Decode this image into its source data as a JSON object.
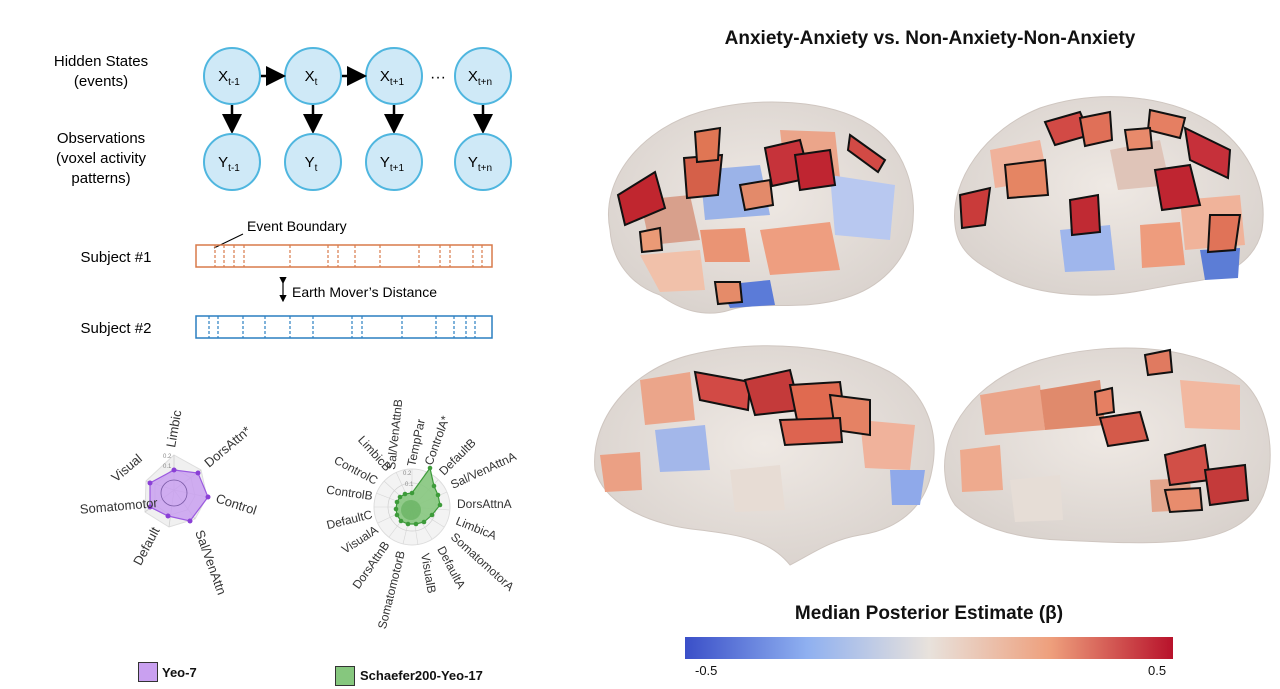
{
  "hmm": {
    "hidden_label_1": "Hidden States",
    "hidden_label_2": "(events)",
    "obs_label_1": "Observations",
    "obs_label_2": "(voxel activity",
    "obs_label_3": "patterns)",
    "x_nodes": [
      {
        "base": "X",
        "sub": "t-1"
      },
      {
        "base": "X",
        "sub": "t"
      },
      {
        "base": "X",
        "sub": "t+1"
      },
      {
        "base": "X",
        "sub": "t+n"
      }
    ],
    "y_nodes": [
      {
        "base": "Y",
        "sub": "t-1"
      },
      {
        "base": "Y",
        "sub": "t"
      },
      {
        "base": "Y",
        "sub": "t+1"
      },
      {
        "base": "Y",
        "sub": "t+n"
      }
    ],
    "ellipsis": "···"
  },
  "boundaries": {
    "event_boundary": "Event Boundary",
    "subject1": "Subject #1",
    "subject2": "Subject #2",
    "emd": "Earth Mover’s Distance"
  },
  "radar_yeo7": {
    "labels": [
      "Limbic",
      "DorsAttn*",
      "Control",
      "Sal/VenAttn",
      "Default",
      "Somatomotor",
      "Visual"
    ],
    "ticks": [
      "0.2",
      "0.1"
    ]
  },
  "radar_yeo17": {
    "labels": [
      "ControlA*",
      "DefaultB",
      "Sal/VenAttnA",
      "DorsAttnA",
      "LimbicA",
      "SomatomotorA",
      "DefaultA",
      "VisualB",
      "SomatomotorB",
      "DorsAttnB",
      "VisualA",
      "DefaultC",
      "ControlB",
      "ControlC",
      "LimbicB",
      "Sal/VenAttnB",
      "TempPar"
    ],
    "ticks": [
      "0.2",
      "0.1"
    ]
  },
  "legend": {
    "yeo7": "Yeo-7",
    "yeo17": "Schaefer200-Yeo-17",
    "yeo7_color": "#c9a0f0",
    "yeo17_color": "#86c77e"
  },
  "brain": {
    "title": "Anxiety-Anxiety vs. Non-Anxiety-Non-Anxiety"
  },
  "colorbar": {
    "title": "Median Posterior Estimate (β)",
    "min": "-0.5",
    "max": "0.5"
  }
}
